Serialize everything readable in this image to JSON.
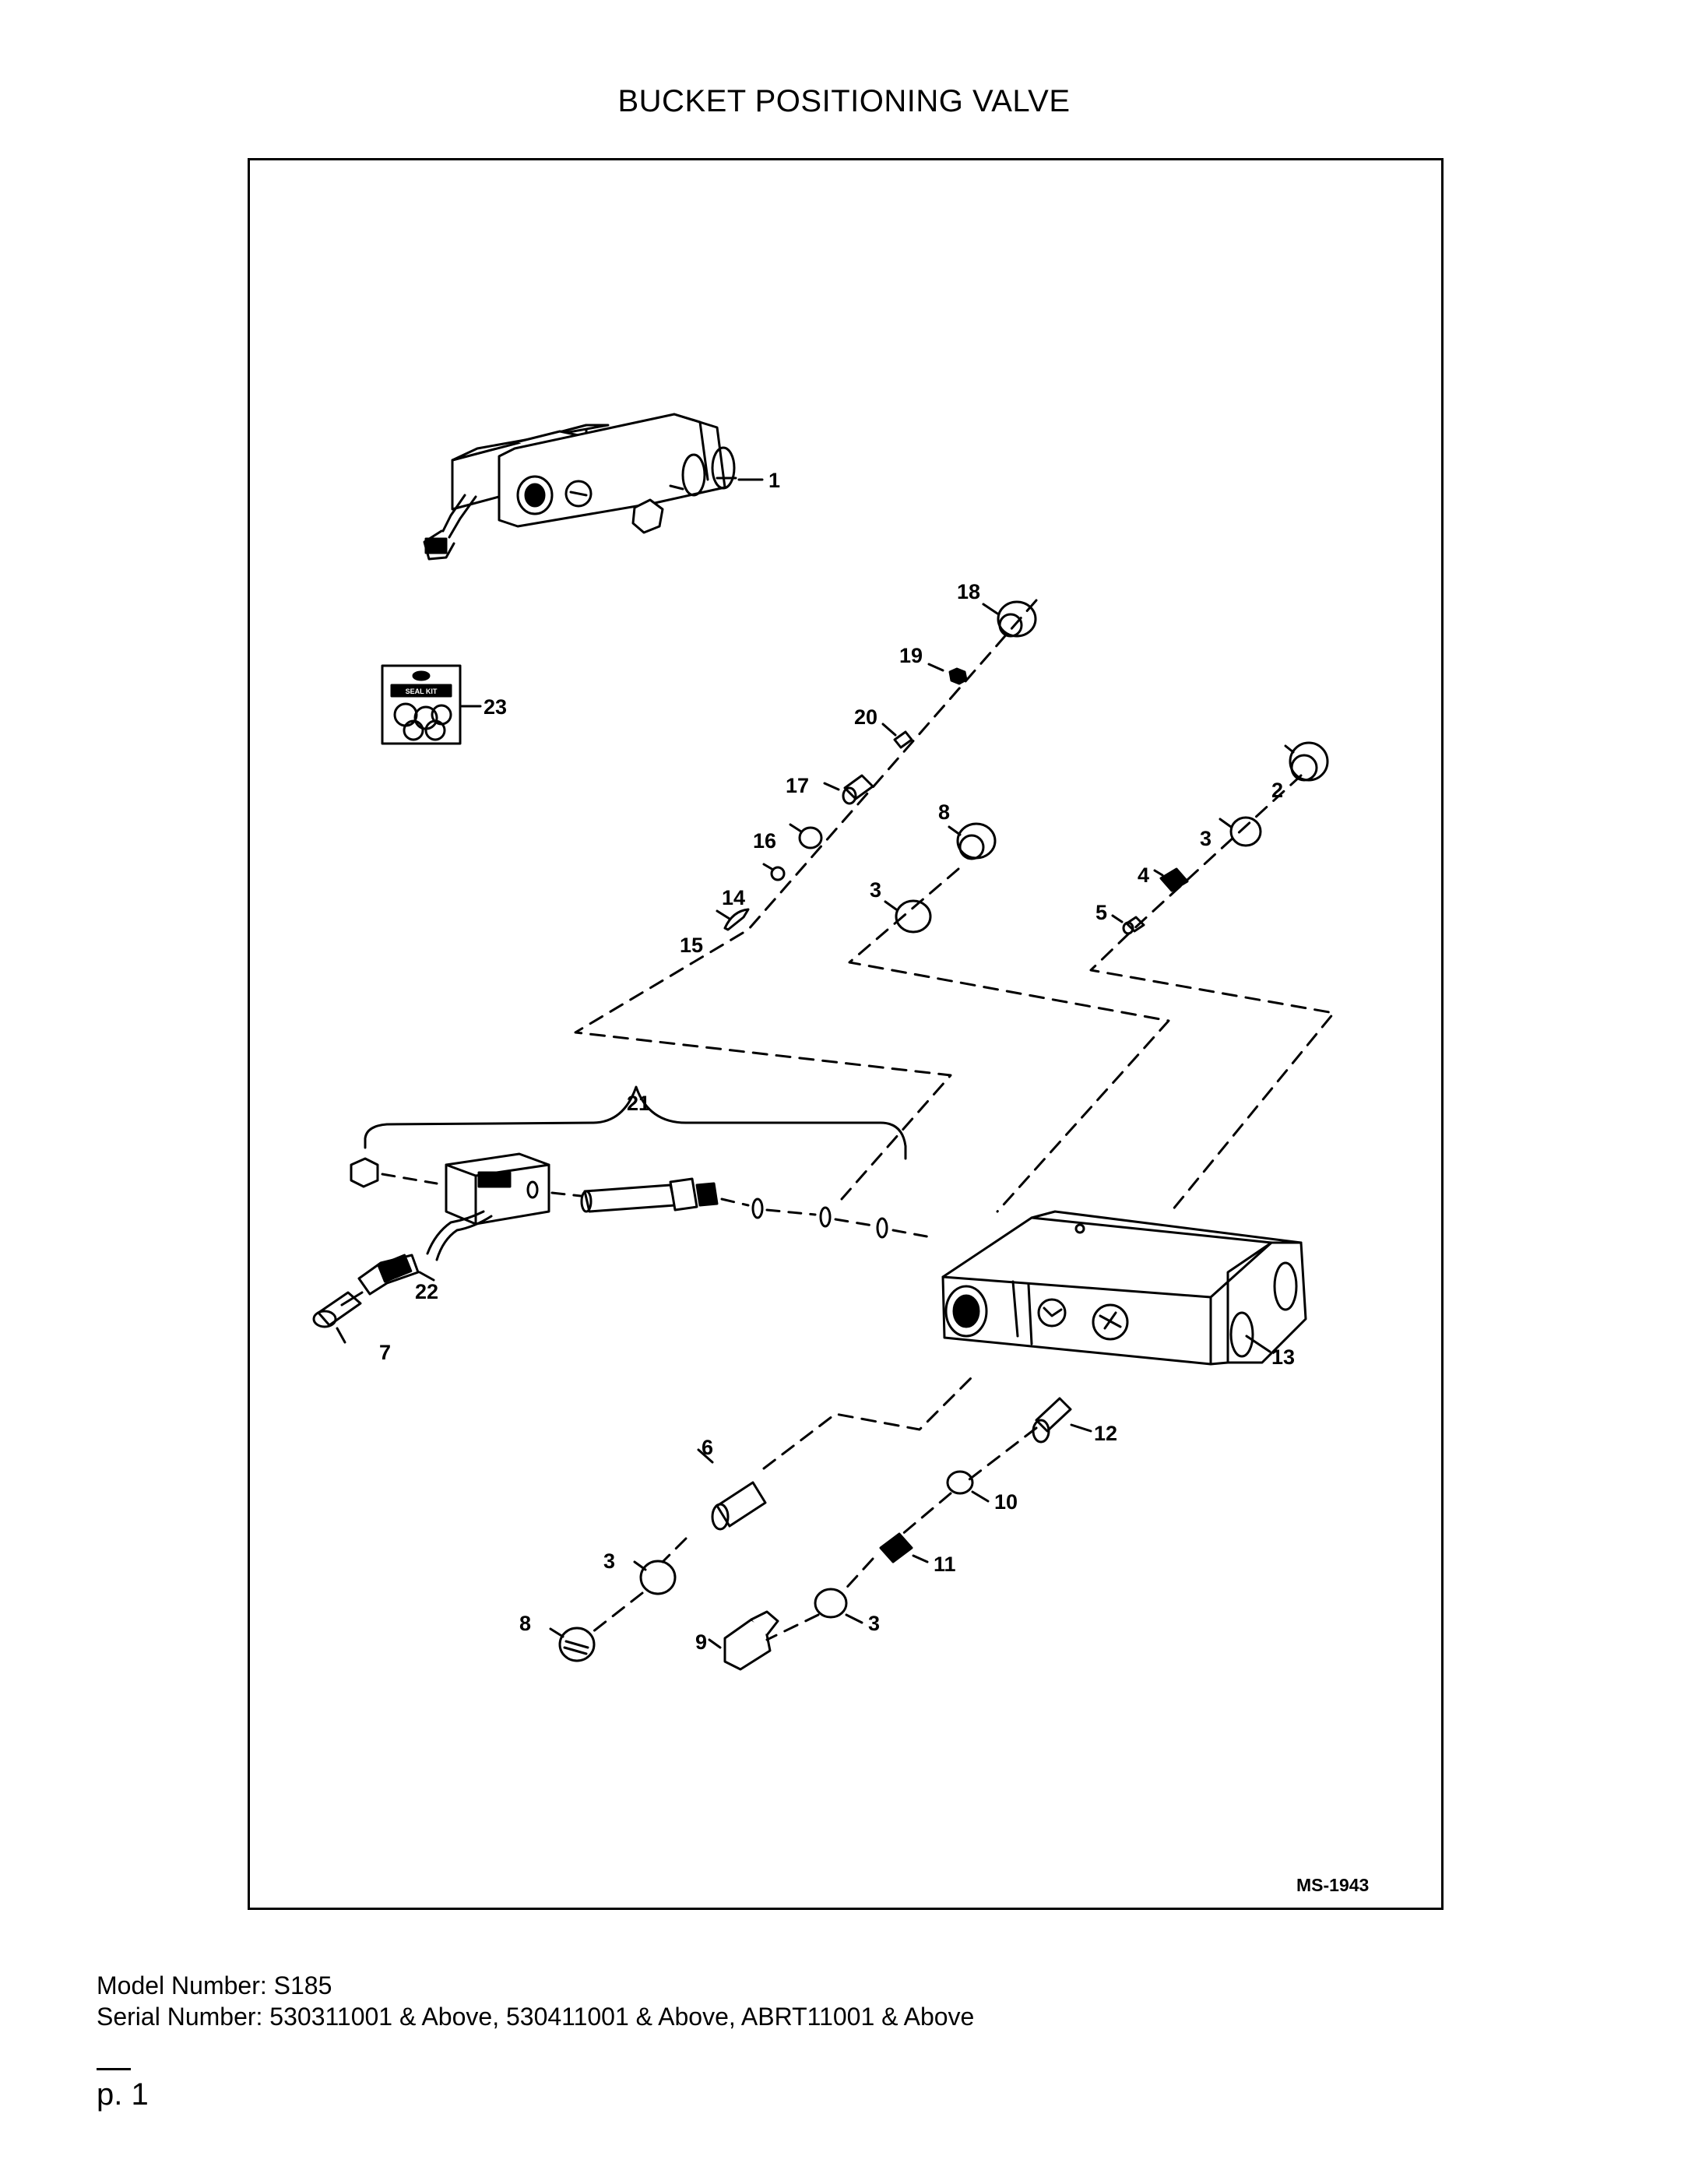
{
  "title": "BUCKET POSITIONING VALVE",
  "diagram": {
    "reference_code": "MS-1943",
    "seal_kit_label": "SEAL KIT",
    "callouts": {
      "c1": "1",
      "c2": "2",
      "c3a": "3",
      "c3b": "3",
      "c3c": "3",
      "c3d": "3",
      "c4": "4",
      "c5": "5",
      "c6": "6",
      "c7": "7",
      "c8a": "8",
      "c8b": "8",
      "c9": "9",
      "c10": "10",
      "c11": "11",
      "c12": "12",
      "c13": "13",
      "c14": "14",
      "c15": "15",
      "c16": "16",
      "c17": "17",
      "c18": "18",
      "c19": "19",
      "c20": "20",
      "c21": "21",
      "c22": "22",
      "c23": "23"
    }
  },
  "footer": {
    "model_line": "Model Number: S185",
    "serial_line": "Serial Number: 530311001 & Above, 530411001 & Above, ABRT11001 & Above",
    "page_label": "p. 1"
  }
}
